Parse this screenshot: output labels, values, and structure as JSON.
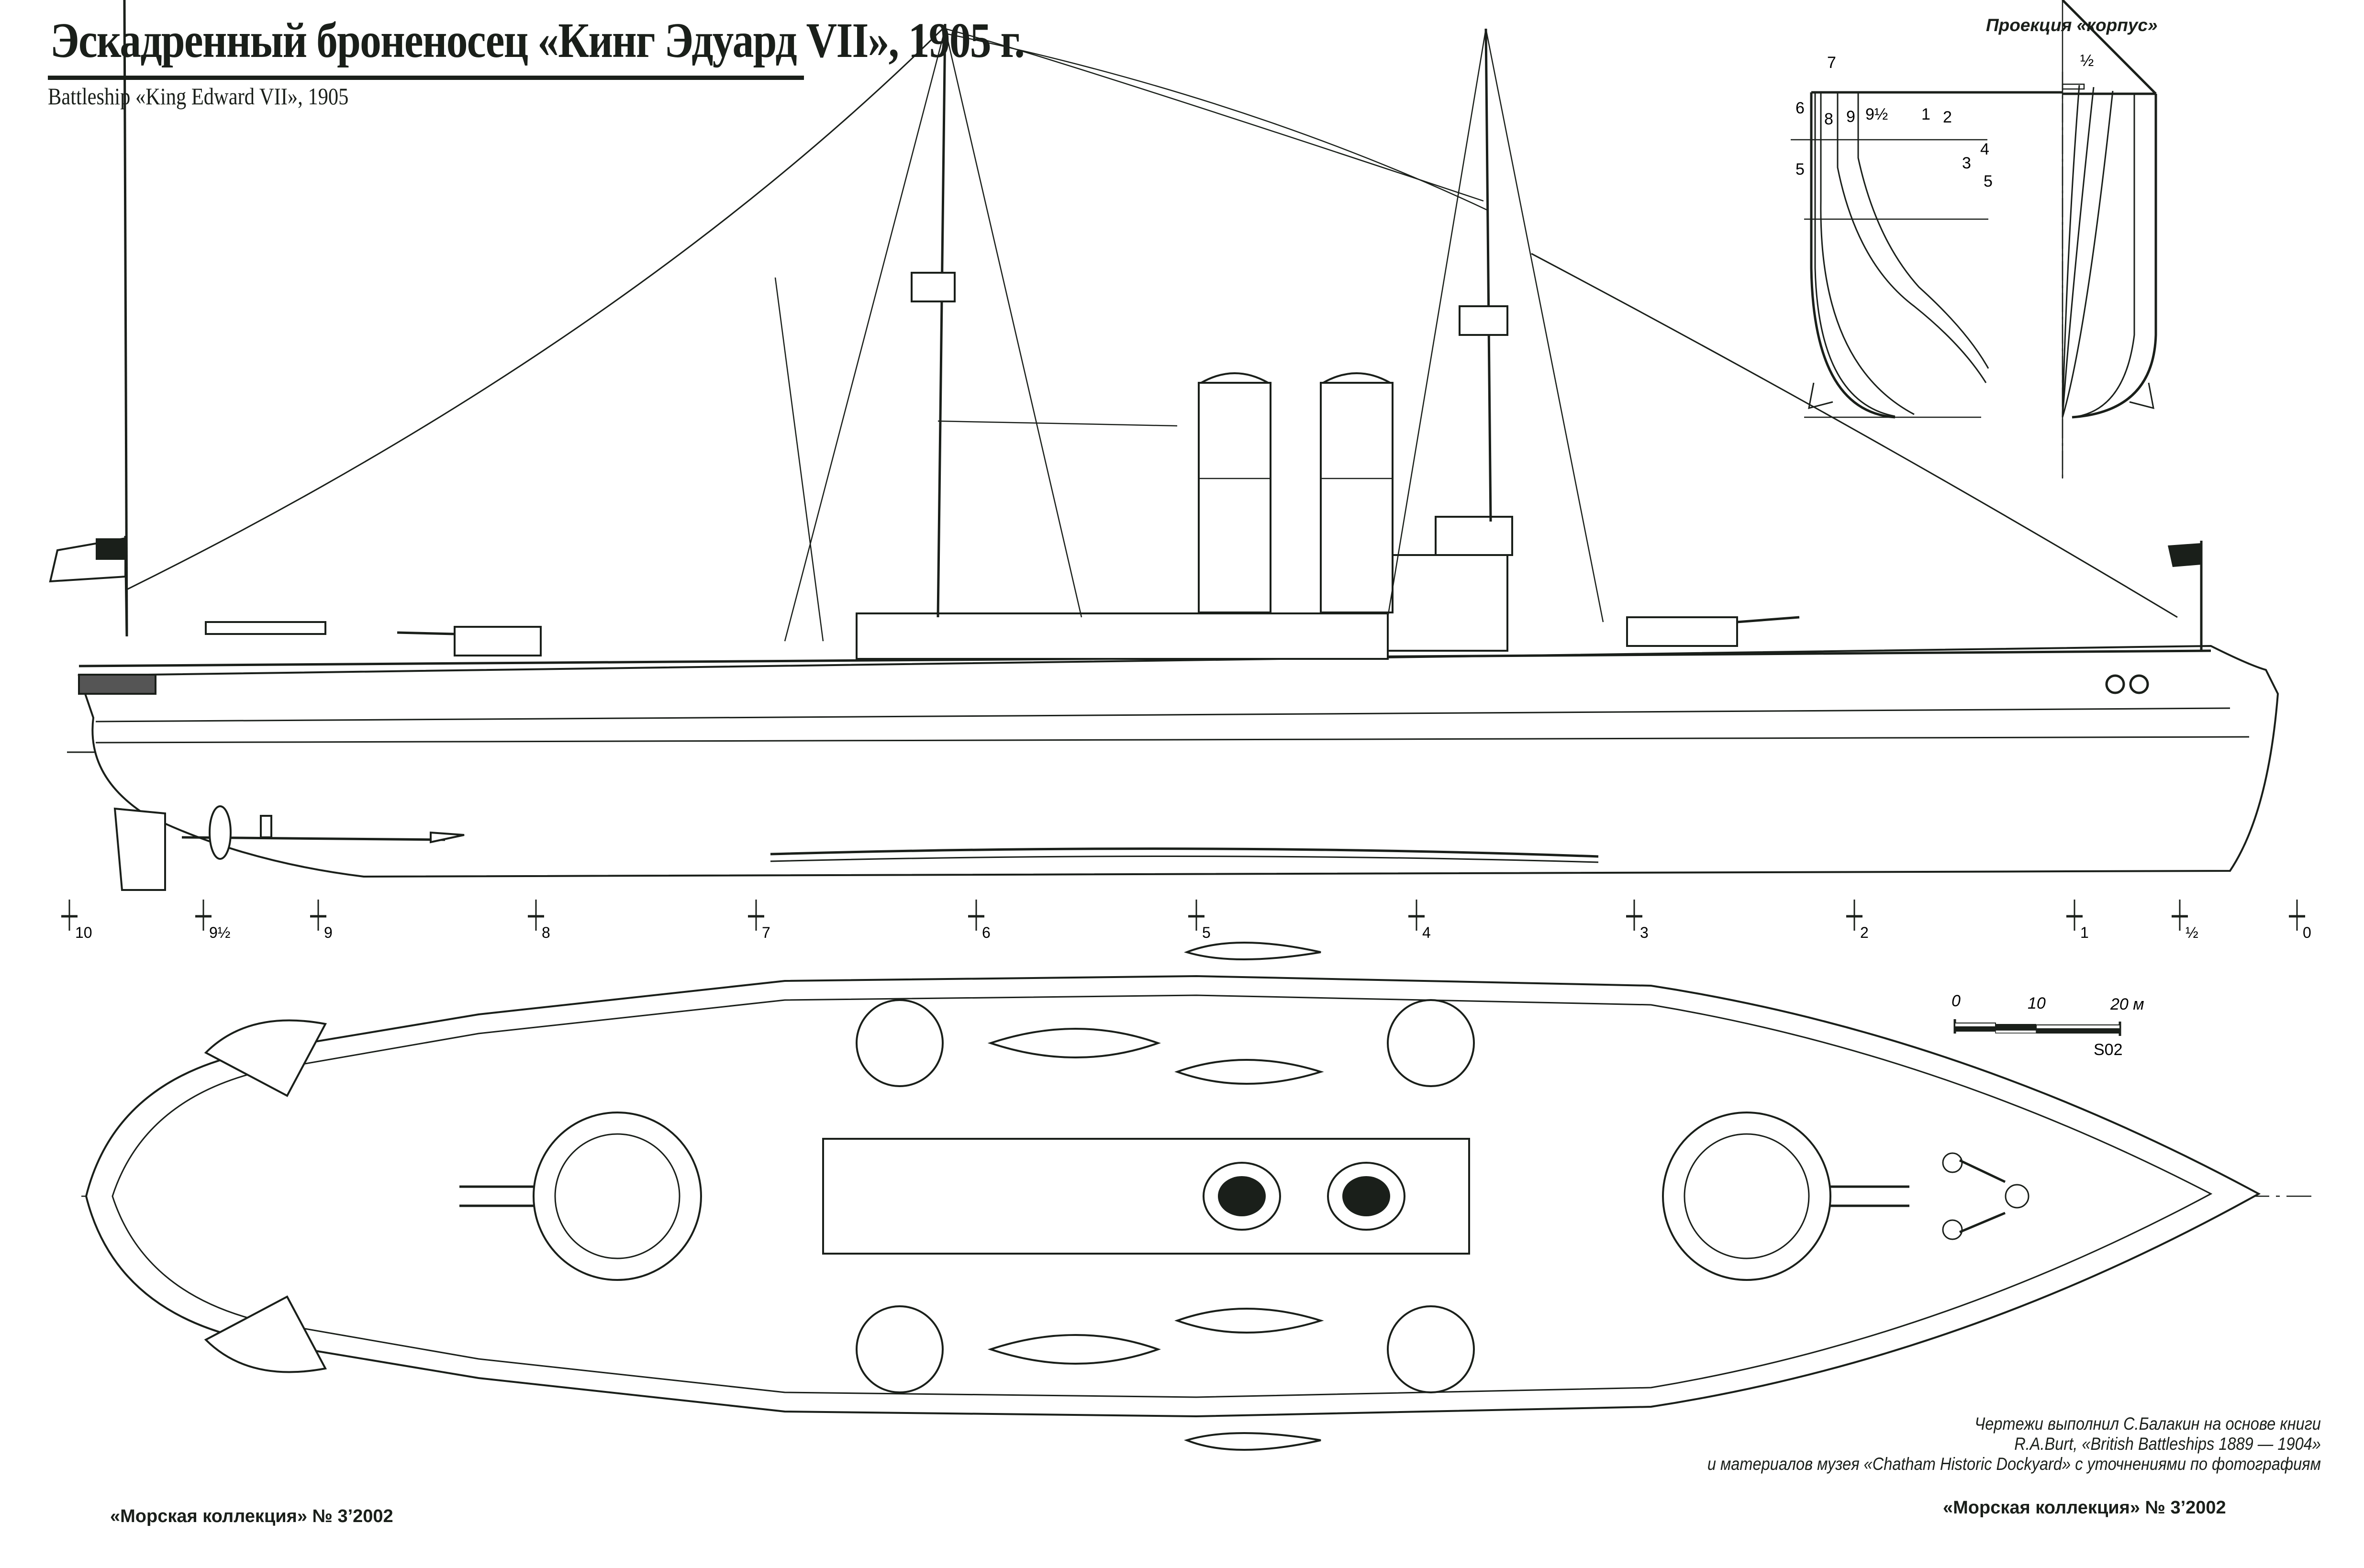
{
  "header": {
    "title_ru": "Эскадренный броненосец «Кинг Эдуард VII», 1905 г.",
    "title_en": "Battleship «King Edward VII», 1905"
  },
  "body_plan": {
    "title": "Проекция «корпус»",
    "station_labels_left": [
      "7",
      "6",
      "8",
      "9",
      "9½",
      "5"
    ],
    "station_labels_right": [
      "½",
      "1",
      "2",
      "4",
      "3",
      "5"
    ]
  },
  "stations": {
    "labels": [
      "10",
      "9½",
      "9",
      "8",
      "7",
      "6",
      "5",
      "4",
      "3",
      "2",
      "1",
      "½",
      "0"
    ]
  },
  "scale_bar": {
    "labels": [
      "0",
      "10",
      "20 м"
    ],
    "signature": "S02"
  },
  "credits": {
    "line1": "Чертежи выполнил С.Балакин на основе книги",
    "line2": "R.A.Burt, «British Battleships 1889 — 1904»",
    "line3": "и материалов музея «Chatham Historic Dockyard» с уточнениями по фотографиям"
  },
  "footer": {
    "left": "«Морская коллекция» № 3’2002",
    "right": "«Морская коллекция» № 3’2002"
  },
  "views": {
    "profile": "side-elevation",
    "plan": "deck-plan",
    "body": "body-plan"
  },
  "colors": {
    "ink": "#1a1f1a",
    "paper": "#ffffff"
  }
}
